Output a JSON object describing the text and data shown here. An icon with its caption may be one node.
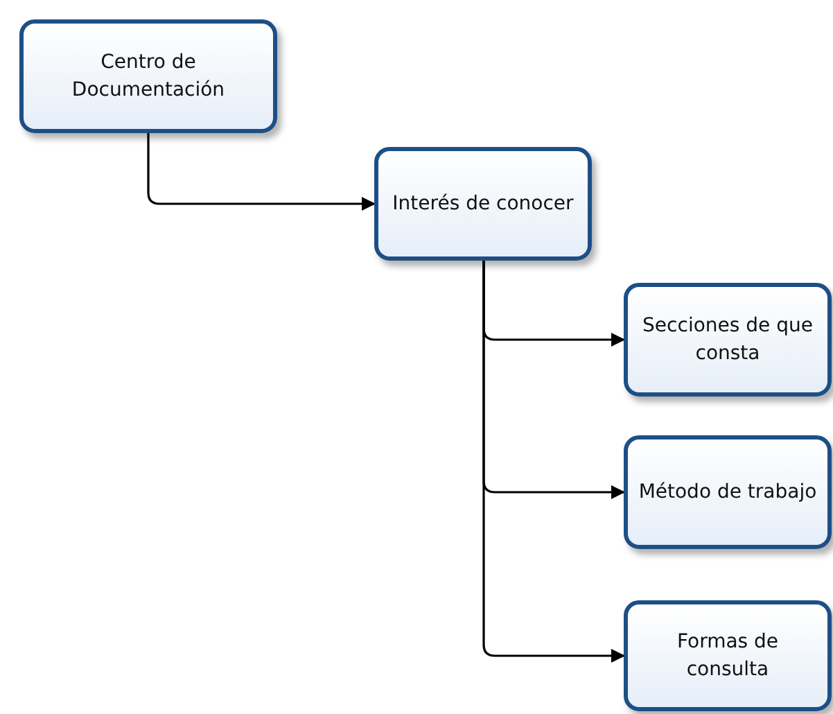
{
  "diagram": {
    "nodes": [
      {
        "text": [
          "Centro de Documentación"
        ]
      },
      {
        "text": [
          "Interés de conocer"
        ]
      },
      {
        "text": [
          "Secciones de que consta"
        ]
      },
      {
        "text": [
          "Método de trabajo"
        ]
      },
      {
        "text": [
          "Formas de consulta"
        ]
      }
    ],
    "edges": [
      {
        "from": 0,
        "to": 1,
        "arrow": "to"
      },
      {
        "from": 1,
        "to": 2,
        "arrow": "to"
      },
      {
        "from": 1,
        "to": 3,
        "arrow": "to"
      },
      {
        "from": 1,
        "to": 4,
        "arrow": "to"
      }
    ]
  }
}
